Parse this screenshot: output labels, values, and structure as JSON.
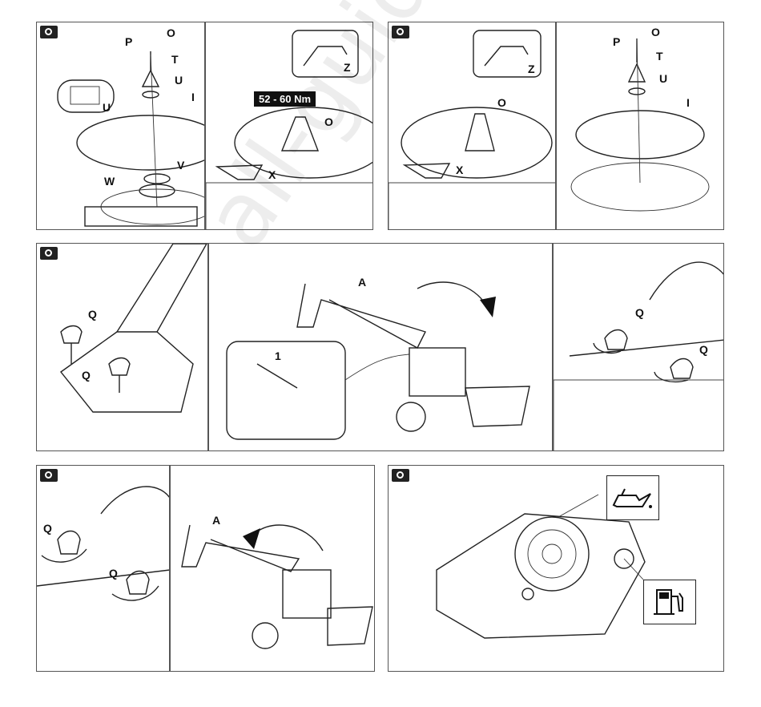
{
  "torque_label": "52 - 60 Nm",
  "watermark": "all-guides.com",
  "labels": {
    "P": "P",
    "O": "O",
    "T": "T",
    "U": "U",
    "I": "I",
    "V": "V",
    "W": "W",
    "X": "X",
    "Z": "Z",
    "Q": "Q",
    "A": "A",
    "one": "1"
  },
  "icons": [
    "camera-icon",
    "oil-can-icon",
    "fuel-pump-icon"
  ]
}
